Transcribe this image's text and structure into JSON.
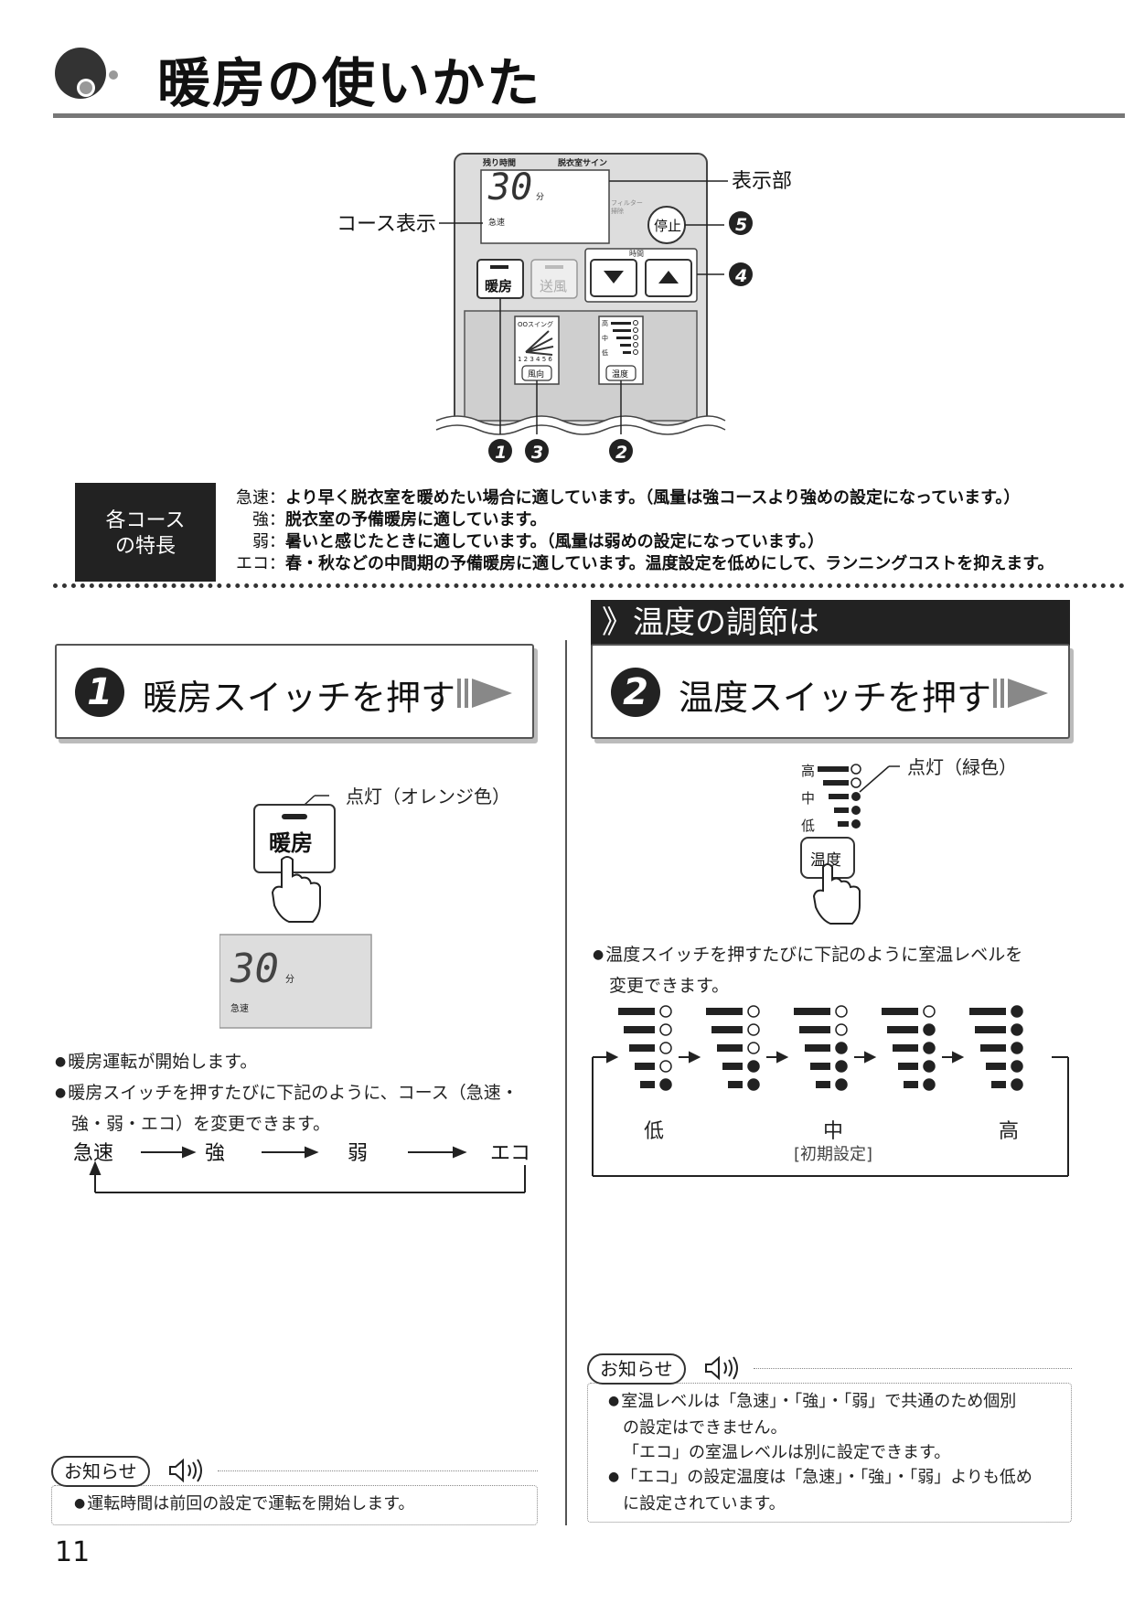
{
  "header": {
    "title": "暖房の使いかた"
  },
  "remote": {
    "top_label_remaining": "残り時間",
    "top_label_sign": "脱衣室サイン",
    "display_digits": "30",
    "display_unit": "分",
    "display_course": "急速",
    "filter_label_1": "フィルター",
    "filter_label_2": "掃除",
    "stop_button": "停止",
    "heat_button": "暖房",
    "fan_button": "送風",
    "time_label": "時間",
    "swing_label": "OOスイング",
    "swing_nums": "1 2 3 4 5 6",
    "wind_dir_button": "風向",
    "temp_button": "温度",
    "level_high": "高",
    "level_mid": "中",
    "level_low": "低",
    "callout_display": "表示部",
    "callout_course": "コース表示",
    "marker_5": "5",
    "marker_4": "4",
    "marker_1": "1",
    "marker_3": "3",
    "marker_2": "2"
  },
  "course": {
    "box_line1": "各コース",
    "box_line2": "の特長",
    "lines": [
      {
        "key": "急速：",
        "text": "より早く脱衣室を暖めたい場合に適しています。（風量は強コースより強めの設定になっています。）"
      },
      {
        "key": "強：",
        "text": "脱衣室の予備暖房に適しています。"
      },
      {
        "key": "弱：",
        "text": "暑いと感じたときに適しています。（風量は弱めの設定になっています。）"
      },
      {
        "key": "エコ：",
        "text": "春・秋などの中間期の予備暖房に適しています。温度設定を低めにして、ランニングコストを抑えます。"
      }
    ]
  },
  "temp_header": "》温度の調節は",
  "step1": {
    "number": "1",
    "title": "暖房スイッチを押す",
    "callout": "点灯（オレンジ色）",
    "button": "暖房",
    "display_digits": "30",
    "display_unit": "分",
    "display_course": "急速",
    "bullets": [
      "暖房運転が開始します。",
      "暖房スイッチを押すたびに下記のように、コース（急速・",
      "強・弱・エコ）を変更できます。"
    ],
    "cycle": [
      "急速",
      "強",
      "弱",
      "エコ"
    ]
  },
  "step2": {
    "number": "2",
    "title": "温度スイッチを押す",
    "callout": "点灯（緑色）",
    "button": "温度",
    "level_high": "高",
    "level_mid": "中",
    "level_low": "低",
    "bullet_line1": "温度スイッチを押すたびに下記のように室温レベルを",
    "bullet_line2": "変更できます。",
    "scale_low": "低",
    "scale_mid": "中",
    "scale_default": "[初期設定]",
    "scale_high": "高",
    "level_states": [
      1,
      2,
      3,
      4,
      5
    ]
  },
  "info_left": {
    "badge": "お知らせ",
    "text": "運転時間は前回の設定で運転を開始します。"
  },
  "info_right": {
    "badge": "お知らせ",
    "line1": "室温レベルは「急速」・「強」・「弱」で共通のため個別",
    "line2": "の設定はできません。",
    "line3": "「エコ」の室温レベルは別に設定できます。",
    "line4": "「エコ」の設定温度は「急速」・「強」・「弱」よりも低め",
    "line5": "に設定されています。"
  },
  "page_number": "11"
}
